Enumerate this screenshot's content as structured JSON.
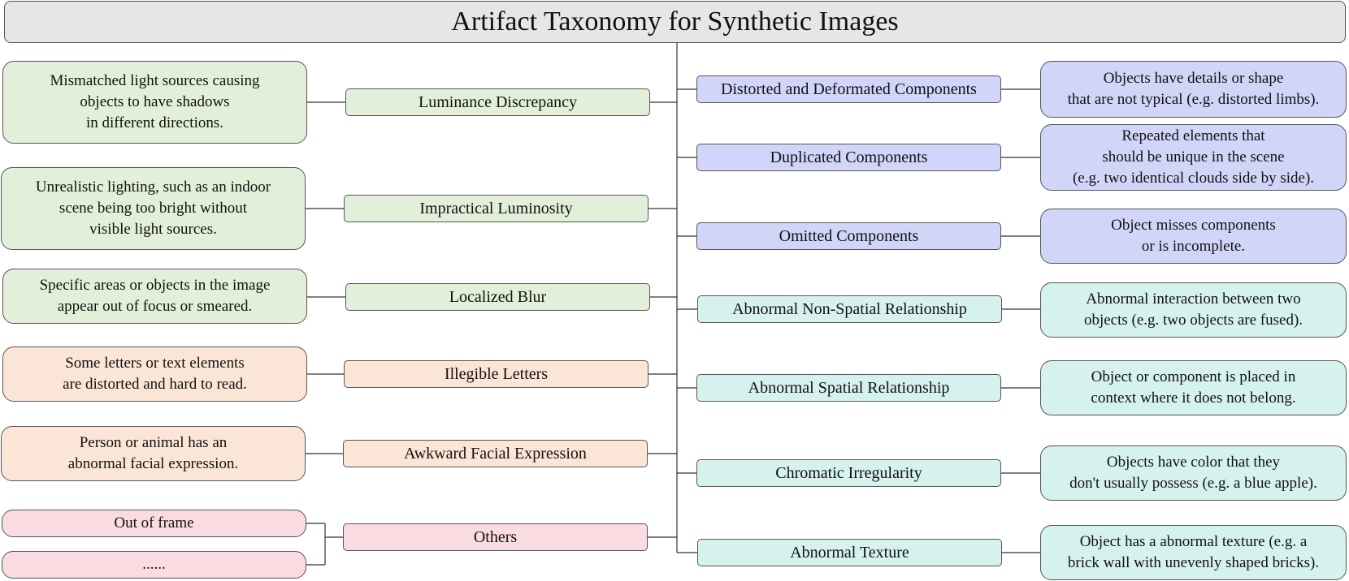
{
  "title": "Artifact Taxonomy for Synthetic Images",
  "colors": {
    "title_fill": "#e6e6e6",
    "green": "#e2f0d9",
    "orange": "#fbe5d6",
    "pink": "#fadbe2",
    "blue": "#d1d5f8",
    "cyan": "#d5f2ef",
    "line": "#333333"
  },
  "left": [
    {
      "category": "Luminance Discrepancy",
      "descriptions": [
        [
          "Mismatched light sources causing",
          "objects to have shadows",
          "in different directions."
        ]
      ]
    },
    {
      "category": "Impractical Luminosity",
      "descriptions": [
        [
          "Unrealistic lighting, such as an indoor",
          "scene being too bright without",
          "visible light sources."
        ]
      ]
    },
    {
      "category": "Localized Blur",
      "descriptions": [
        [
          "Specific areas or objects in the image",
          "appear out of focus or smeared."
        ]
      ]
    },
    {
      "category": "Illegible Letters",
      "descriptions": [
        [
          "Some letters or text elements",
          "are distorted and hard to read."
        ]
      ]
    },
    {
      "category": "Awkward Facial Expression",
      "descriptions": [
        [
          "Person or animal has an",
          "abnormal facial expression."
        ]
      ]
    },
    {
      "category": "Others",
      "descriptions": [
        [
          "Out of frame"
        ],
        [
          "......"
        ]
      ]
    }
  ],
  "right": [
    {
      "category": "Distorted and Deformated Components",
      "descriptions": [
        [
          "Objects have details or shape",
          "that are not typical (e.g. distorted limbs)."
        ]
      ]
    },
    {
      "category": "Duplicated Components",
      "descriptions": [
        [
          "Repeated elements that",
          "should be unique in the scene",
          "(e.g. two identical clouds side by side)."
        ]
      ]
    },
    {
      "category": "Omitted Components",
      "descriptions": [
        [
          "Object misses components",
          "or is incomplete."
        ]
      ]
    },
    {
      "category": "Abnormal Non-Spatial Relationship",
      "descriptions": [
        [
          "Abnormal interaction between two",
          "objects (e.g. two objects are fused)."
        ]
      ]
    },
    {
      "category": "Abnormal Spatial Relationship",
      "descriptions": [
        [
          "Object or component is placed in",
          "context where it does not belong."
        ]
      ]
    },
    {
      "category": "Chromatic Irregularity",
      "descriptions": [
        [
          "Objects have color that they",
          "don't usually possess (e.g. a blue apple)."
        ]
      ]
    },
    {
      "category": "Abnormal Texture",
      "descriptions": [
        [
          "Object has a  abnormal texture (e.g. a",
          "brick wall with unevenly shaped bricks)."
        ]
      ]
    }
  ]
}
